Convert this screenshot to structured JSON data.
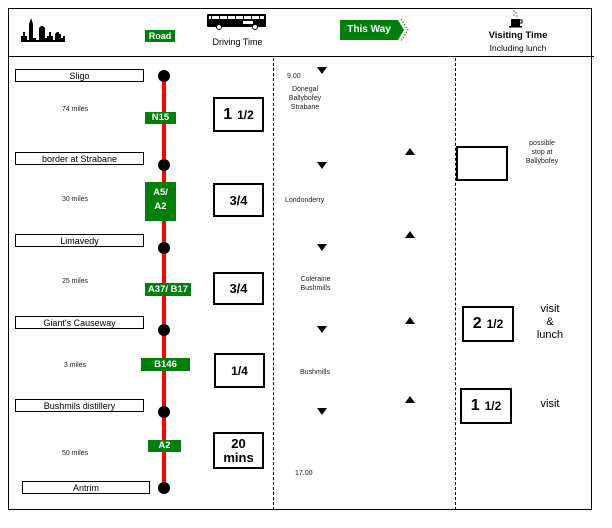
{
  "header": {
    "city_icon": "city-skyline-icon",
    "road_label": "Road",
    "bus_icon": "bus-icon",
    "driving_time_label": "Driving Time",
    "direction_label": "This Way",
    "coffee_icon": "coffee-cup-icon",
    "visiting_time_label": "Visiting Time",
    "visiting_time_sublabel": "Including lunch"
  },
  "colors": {
    "road_green": "#00800a",
    "route_red": "#ff0000"
  },
  "stops": [
    {
      "name": "Sligo"
    },
    {
      "name": "border at Strabane"
    },
    {
      "name": "Limavedy"
    },
    {
      "name": "Giant's Causeway"
    },
    {
      "name": "Bushmils distillery"
    },
    {
      "name": "Antrim"
    }
  ],
  "legs": [
    {
      "miles": "74 miles",
      "road": "N15",
      "time_whole": "1",
      "time_frac": "1/2"
    },
    {
      "miles": "30 miles",
      "road_line1": "A5/",
      "road_line2": "A2",
      "time": "3/4"
    },
    {
      "miles": "25 miles",
      "road": "A37/ B17",
      "time": "3/4"
    },
    {
      "miles": "3 miles",
      "road": "B146",
      "time": "1/4"
    },
    {
      "miles": "50 miles",
      "road": "A2",
      "time_line1": "20",
      "time_line2": "mins"
    }
  ],
  "direction_notes": {
    "start_time": "9.00",
    "leg1_line1": "Donegal",
    "leg1_line2": "Ballybofey",
    "leg1_line3": "Strabane",
    "leg2": "Londonderry",
    "leg3_line1": "Coleraine",
    "leg3_line2": "Bushmills",
    "leg4": "Bushmills",
    "end_time": "17.00"
  },
  "visits": [
    {
      "time_whole": "",
      "time_frac": "",
      "note_line1": "possible",
      "note_line2": "stop at",
      "note_line3": "Ballybofey"
    },
    {
      "time_whole": "2",
      "time_frac": "1/2",
      "note_line1": "visit",
      "note_line2": "&",
      "note_line3": "lunch"
    },
    {
      "time_whole": "1",
      "time_frac": "1/2",
      "note": "visit"
    }
  ]
}
